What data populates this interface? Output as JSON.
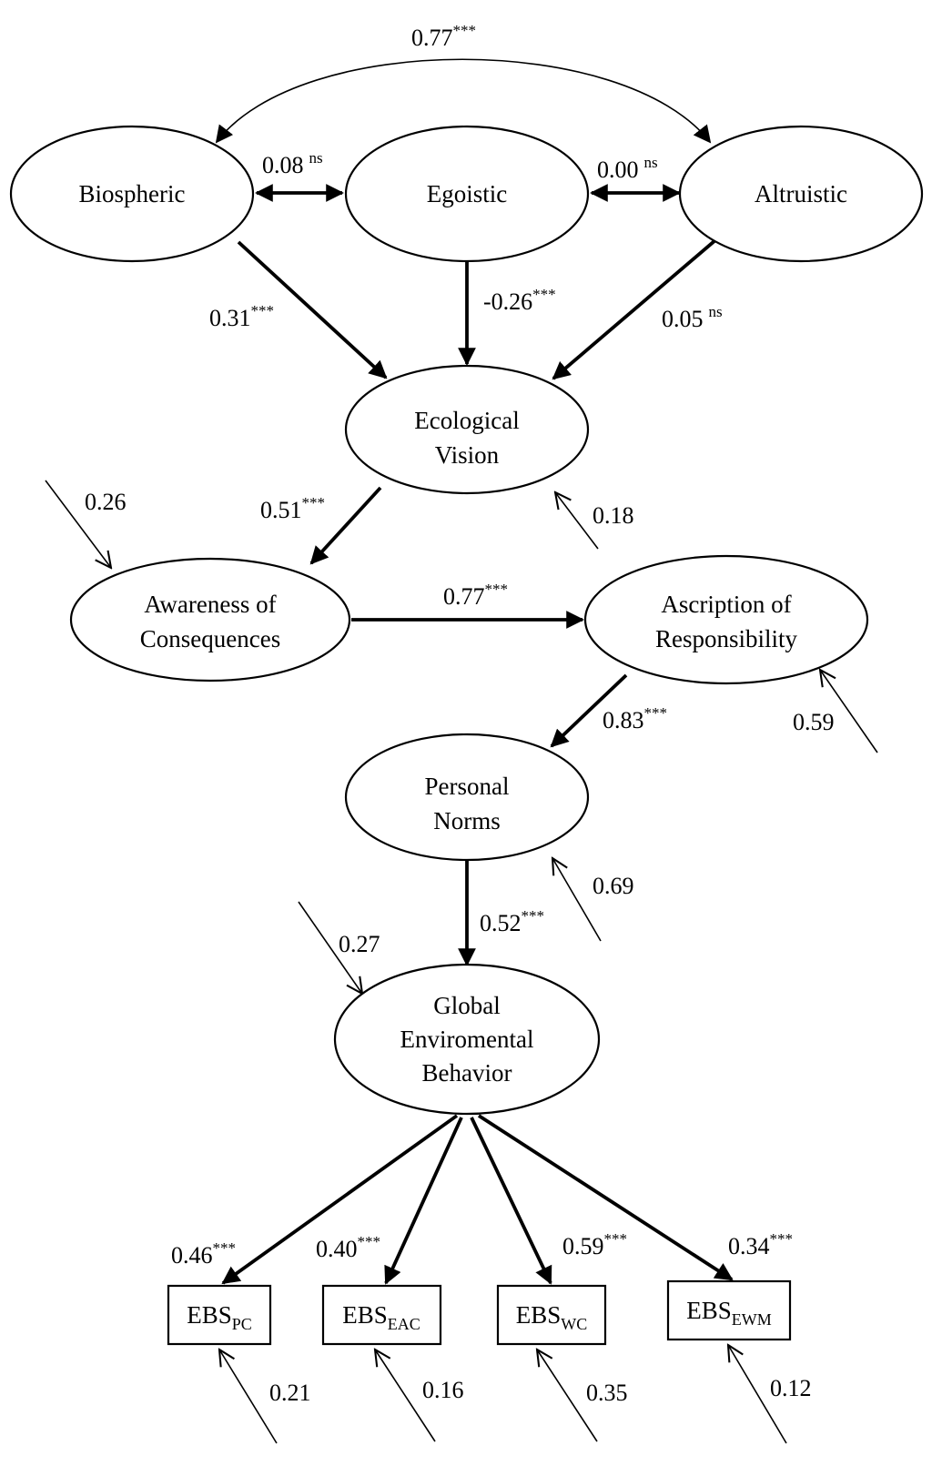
{
  "nodes": {
    "biospheric": {
      "lines": [
        "Biospheric"
      ]
    },
    "egoistic": {
      "lines": [
        "Egoistic"
      ]
    },
    "altruistic": {
      "lines": [
        "Altruistic"
      ]
    },
    "ecological_vision": {
      "lines": [
        "Ecological",
        "Vision"
      ]
    },
    "awareness": {
      "lines": [
        "Awareness of",
        "Consequences"
      ]
    },
    "ascription": {
      "lines": [
        "Ascription of",
        "Responsibility"
      ]
    },
    "norms": {
      "lines": [
        "Personal",
        "Norms"
      ]
    },
    "behavior": {
      "lines": [
        "Global",
        "Enviromental",
        "Behavior"
      ]
    },
    "ebs_pc": {
      "base": "EBS",
      "sub": "PC"
    },
    "ebs_eac": {
      "base": "EBS",
      "sub": "EAC"
    },
    "ebs_wc": {
      "base": "EBS",
      "sub": "WC"
    },
    "ebs_ewm": {
      "base": "EBS",
      "sub": "EWM"
    }
  },
  "paths": {
    "bio_alt_corr": {
      "value": "0.77",
      "sig": "***"
    },
    "bio_ego_corr": {
      "value": "0.08",
      "sig": "ns"
    },
    "ego_alt_corr": {
      "value": "0.00",
      "sig": "ns"
    },
    "bio_ev": {
      "value": "0.31",
      "sig": "***"
    },
    "ego_ev": {
      "value": "-0.26",
      "sig": "***"
    },
    "alt_ev": {
      "value": "0.05",
      "sig": "ns"
    },
    "ev_ac": {
      "value": "0.51",
      "sig": "***"
    },
    "ac_ar": {
      "value": "0.77",
      "sig": "***"
    },
    "ar_pn": {
      "value": "0.83",
      "sig": "***"
    },
    "pn_geb": {
      "value": "0.52",
      "sig": "***"
    },
    "geb_pc": {
      "value": "0.46",
      "sig": "***"
    },
    "geb_eac": {
      "value": "0.40",
      "sig": "***"
    },
    "geb_wc": {
      "value": "0.59",
      "sig": "***"
    },
    "geb_ewm": {
      "value": "0.34",
      "sig": "***"
    }
  },
  "residuals": {
    "ev": "0.18",
    "ac": "0.26",
    "ar": "0.59",
    "pn": "0.69",
    "geb": "0.27",
    "pc": "0.21",
    "eac": "0.16",
    "wc": "0.35",
    "ewm": "0.12"
  }
}
